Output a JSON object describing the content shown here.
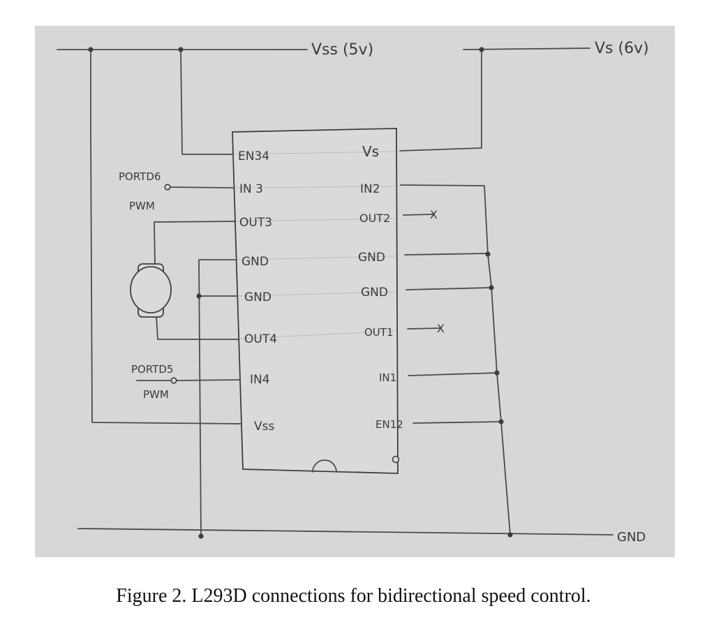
{
  "rails": {
    "vss": "Vss (5v)",
    "vs": "Vs (6v)",
    "gnd": "GND"
  },
  "chip": {
    "left_pins": [
      "EN34",
      "IN 3",
      "OUT3",
      "GND",
      "GND",
      "OUT4",
      "IN4",
      "Vss"
    ],
    "right_pins": [
      "Vs",
      "IN2",
      "OUT2",
      "GND",
      "GND",
      "OUT1",
      "IN1",
      "EN12"
    ]
  },
  "inputs": {
    "portd6": "PORTD6",
    "pwm_top": "PWM",
    "portd5": "PORTD5",
    "pwm_bottom": "PWM"
  },
  "no_connect": [
    "X",
    "X"
  ],
  "caption": "Figure 2. L293D connections for bidirectional speed control."
}
